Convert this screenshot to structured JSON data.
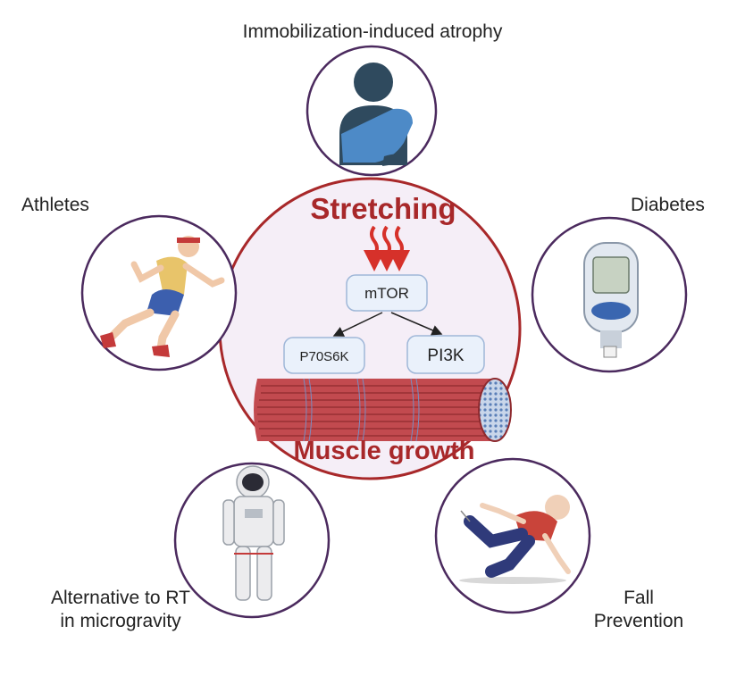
{
  "center": {
    "title": "Stretching",
    "bottom": "Muscle growth",
    "nodes": {
      "top": "mTOR",
      "left": "P70S6K",
      "right": "PI3K"
    }
  },
  "satellites": {
    "top": "Immobilization-induced atrophy",
    "left": "Athletes",
    "right": "Diabetes",
    "bottom_left_line1": "Alternative to RT",
    "bottom_left_line2": "in microgravity",
    "bottom_right_line1": "Fall",
    "bottom_right_line2": "Prevention"
  },
  "colors": {
    "accent_red": "#a8282a",
    "satellite_border": "#4b2a5e",
    "center_fill": "#f5eef7",
    "node_fill": "#eaf1fb"
  },
  "icons": [
    "injured-arm-sling-icon",
    "runner-icon",
    "glucose-meter-icon",
    "astronaut-icon",
    "falling-person-icon",
    "muscle-fiber-icon",
    "heat-waves-icon"
  ]
}
